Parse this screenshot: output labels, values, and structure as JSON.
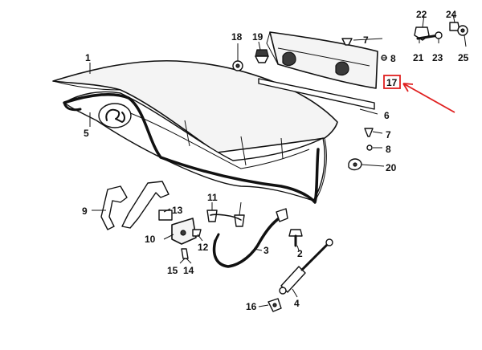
{
  "diagram": {
    "callouts": [
      {
        "id": "c1",
        "label": "1"
      },
      {
        "id": "c2",
        "label": "2"
      },
      {
        "id": "c3",
        "label": "3"
      },
      {
        "id": "c4",
        "label": "4"
      },
      {
        "id": "c5",
        "label": "5"
      },
      {
        "id": "c6",
        "label": "6"
      },
      {
        "id": "c7a",
        "label": "7"
      },
      {
        "id": "c7b",
        "label": "7"
      },
      {
        "id": "c8a",
        "label": "8"
      },
      {
        "id": "c8b",
        "label": "8"
      },
      {
        "id": "c9",
        "label": "9"
      },
      {
        "id": "c10",
        "label": "10"
      },
      {
        "id": "c11",
        "label": "11"
      },
      {
        "id": "c12",
        "label": "12"
      },
      {
        "id": "c13",
        "label": "13"
      },
      {
        "id": "c14",
        "label": "14"
      },
      {
        "id": "c15",
        "label": "15"
      },
      {
        "id": "c16",
        "label": "16"
      },
      {
        "id": "c17",
        "label": "17"
      },
      {
        "id": "c18",
        "label": "18"
      },
      {
        "id": "c19",
        "label": "19"
      },
      {
        "id": "c20",
        "label": "20"
      },
      {
        "id": "c21",
        "label": "21"
      },
      {
        "id": "c22",
        "label": "22"
      },
      {
        "id": "c23",
        "label": "23"
      },
      {
        "id": "c24",
        "label": "24"
      },
      {
        "id": "c25",
        "label": "25"
      }
    ],
    "highlight": {
      "callout": "17",
      "color": "#e02020"
    },
    "colors": {
      "ink": "#111111",
      "highlight": "#e02020",
      "background": "#ffffff"
    }
  }
}
